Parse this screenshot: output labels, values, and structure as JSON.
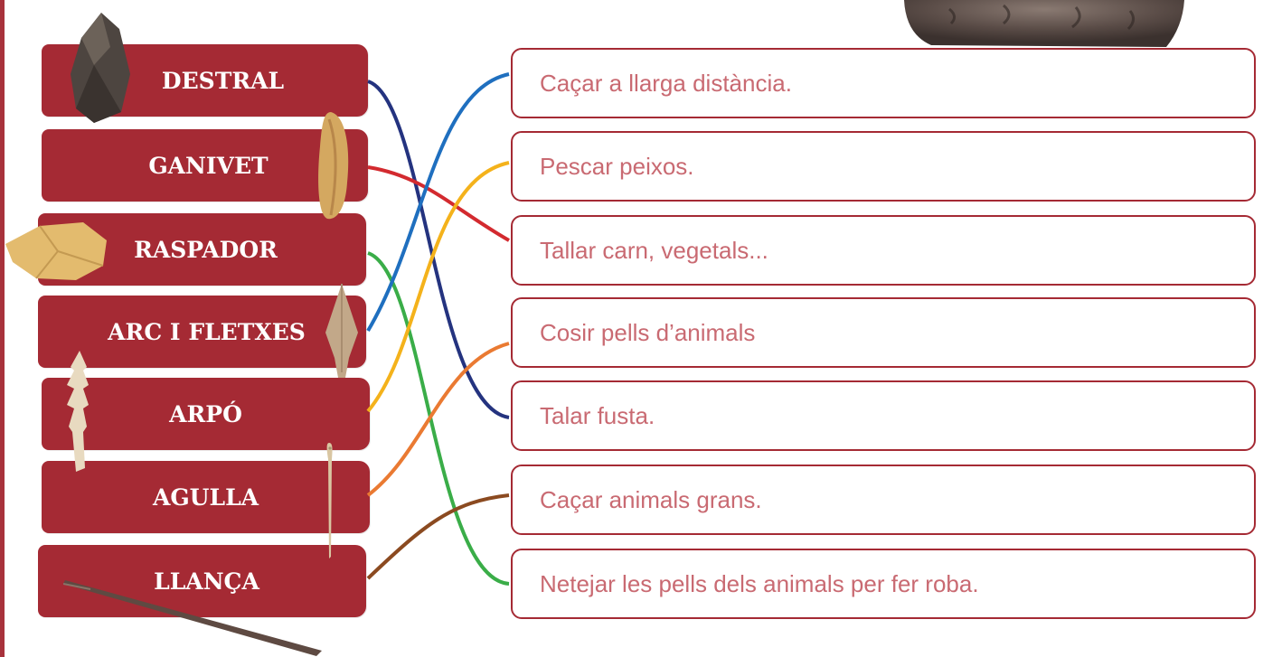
{
  "tools": {
    "destral": "DESTRAL",
    "ganivet": "GANIVET",
    "raspador": "RASPADOR",
    "arc": "ARC I FLETXES",
    "arpo": "ARPÓ",
    "agulla": "AGULLA",
    "llanca": "LLANÇA"
  },
  "uses": {
    "cacar_distancia": "Caçar a llarga distància.",
    "pescar": "Pescar peixos.",
    "tallar": "Tallar carn, vegetals...",
    "cosir": "Cosir pells d’animals",
    "talar": "Talar fusta.",
    "cacar_grans": "Caçar animals grans.",
    "netejar": "Netejar les pells dels animals per fer roba."
  },
  "colors": {
    "card": "#a52a34",
    "destral_line": "#24337f",
    "ganivet_line": "#d32a2f",
    "raspador_line": "#3aad48",
    "arc_line": "#1f6fbf",
    "arpo_line": "#f4b21b",
    "agulla_line": "#ea7a32",
    "llanca_line": "#8b4a20"
  },
  "icons": [
    "hand-axe-icon",
    "flint-knife-icon",
    "scraper-icon",
    "arrowhead-icon",
    "harpoon-icon",
    "bone-needle-icon",
    "spear-icon",
    "bison-fur-image"
  ]
}
